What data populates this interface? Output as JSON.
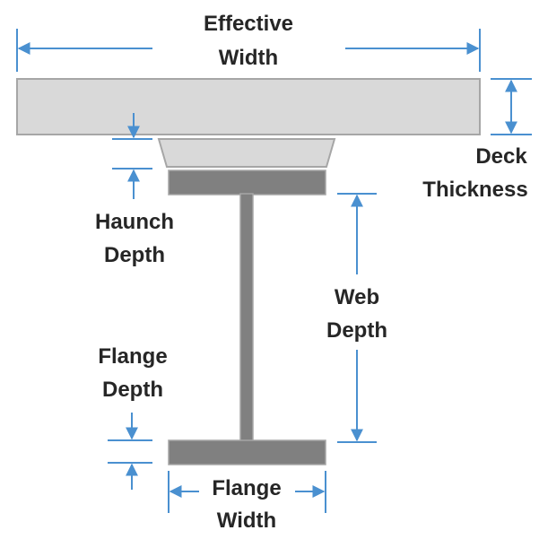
{
  "labels": {
    "effective_width": [
      "Effective",
      "Width"
    ],
    "deck_thickness": [
      "Deck",
      "Thickness"
    ],
    "haunch_depth": [
      "Haunch",
      "Depth"
    ],
    "web_depth": [
      "Web",
      "Depth"
    ],
    "flange_depth": [
      "Flange",
      "Depth"
    ],
    "flange_width": [
      "Flange",
      "Width"
    ]
  },
  "colors": {
    "deck_fill": "#d9d9d9",
    "haunch_fill": "#d9d9d9",
    "steel_fill": "#808080",
    "outline": "#a6a6a6",
    "dimension_line": "#4a90d0",
    "text": "#262626"
  }
}
